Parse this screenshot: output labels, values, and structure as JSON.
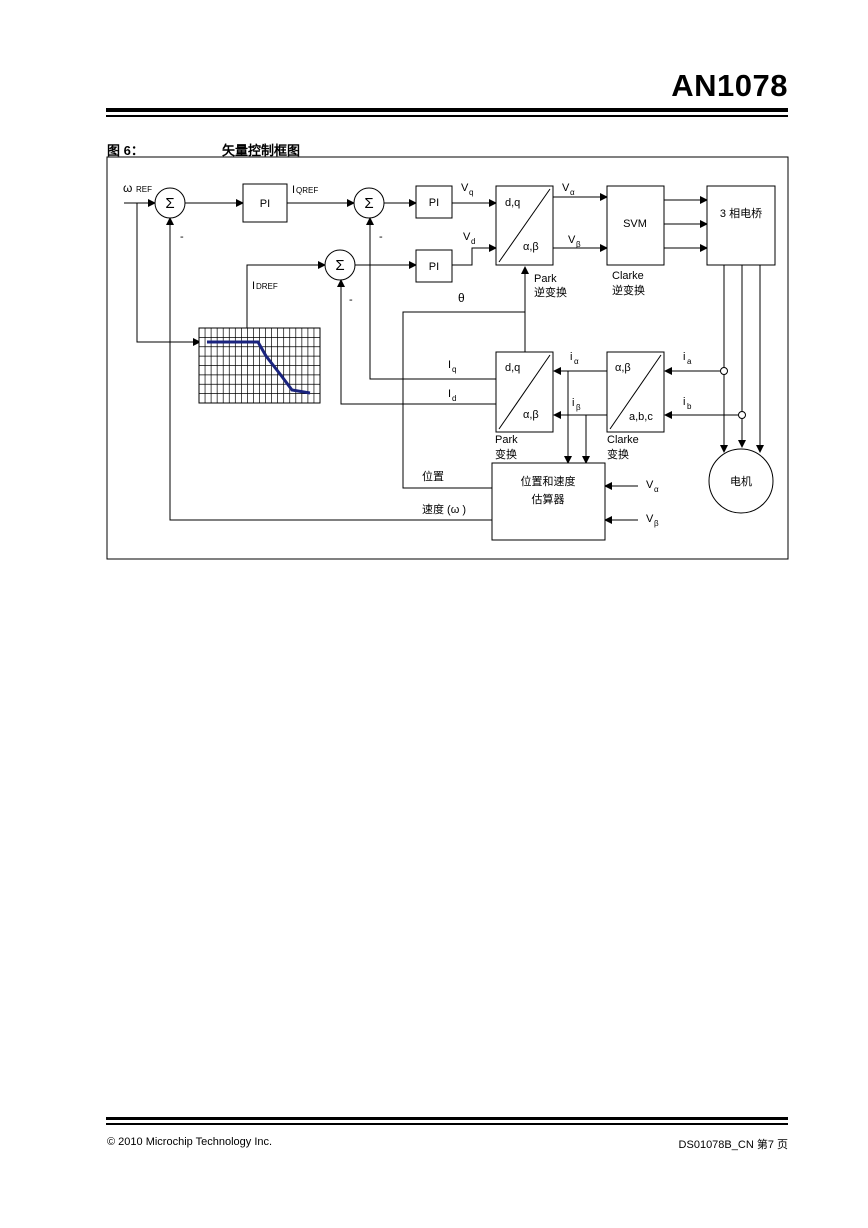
{
  "header": {
    "doc_id": "AN1078"
  },
  "figure": {
    "label": "图 6：",
    "title": "矢量控制框图"
  },
  "diagram": {
    "omega_ref": "ω",
    "omega_ref_sub": "REF",
    "sigma": "Σ",
    "minus": "-",
    "pi": "PI",
    "iqref_main": "I",
    "iqref_sub": "QREF",
    "idref_main": "I",
    "idref_sub": "DREF",
    "vq": "V",
    "vq_sub": "q",
    "vd": "V",
    "vd_sub": "d",
    "valpha": "V",
    "valpha_sub": "α",
    "vbeta": "V",
    "vbeta_sub": "β",
    "dq": "d,q",
    "alphabeta": "α,β",
    "abc": "a,b,c",
    "svm": "SVM",
    "bridge": "3 相电桥",
    "park_inv_1": "Park",
    "park_inv_2": "逆变换",
    "clarke_inv_1": "Clarke",
    "clarke_inv_2": "逆变换",
    "park_1": "Park",
    "park_2": "变换",
    "clarke_1": "Clarke",
    "clarke_2": "变换",
    "theta": "θ",
    "iq": "I",
    "iq_sub": "q",
    "id": "I",
    "id_sub": "d",
    "ialpha": "i",
    "ialpha_sub": "α",
    "ibeta": "i",
    "ibeta_sub": "β",
    "ia": "i",
    "ia_sub": "a",
    "ib": "i",
    "ib_sub": "b",
    "estimator_1": "位置和速度",
    "estimator_2": "估算器",
    "position": "位置",
    "speed": "速度 (ω )",
    "motor": "电机",
    "est_valpha": "V",
    "est_valpha_sub": "α",
    "est_vbeta": "V",
    "est_vbeta_sub": "β"
  },
  "footer": {
    "copyright": "© 2010 Microchip Technology Inc.",
    "doc_number": "DS01078B_CN 第7 页"
  }
}
